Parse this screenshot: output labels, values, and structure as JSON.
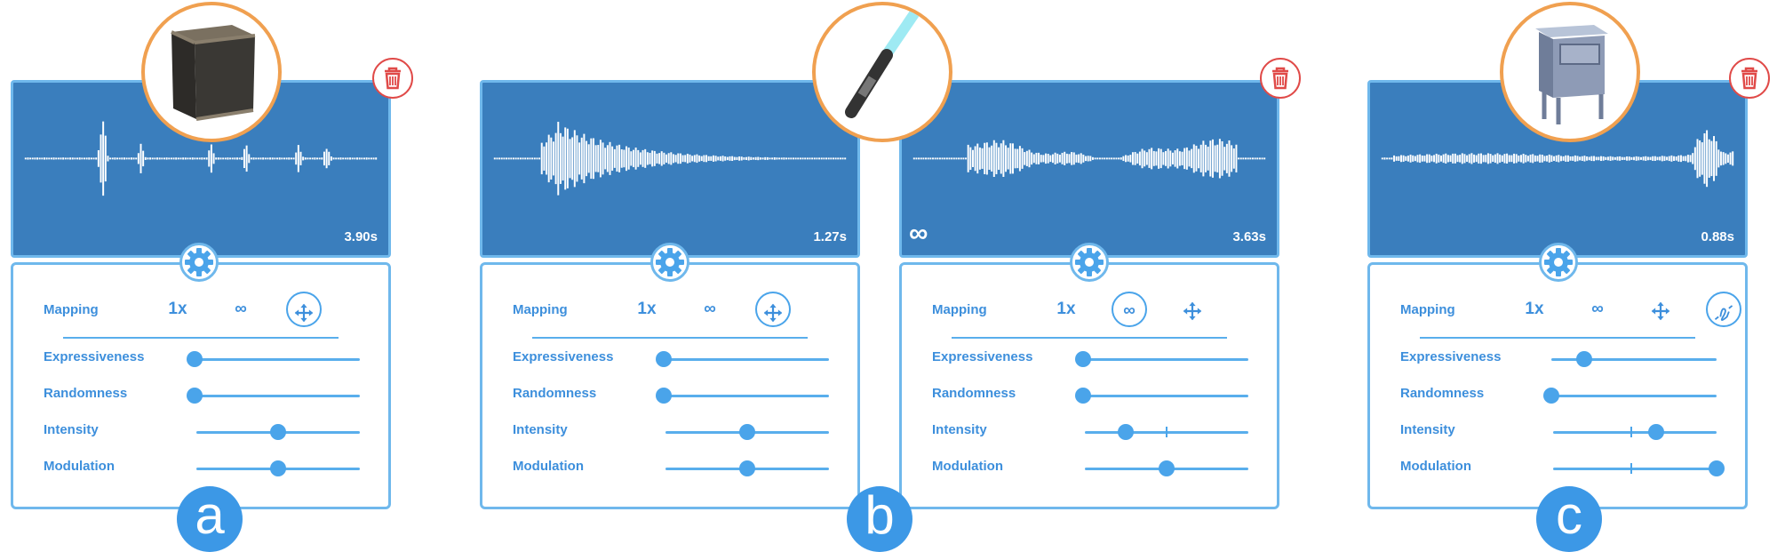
{
  "panels": [
    {
      "id": "a",
      "duration": "3.90s",
      "mode_icon": "move-icon",
      "selected_mapping": "move",
      "sliders": {
        "expressiveness": 0.0,
        "randomness": 0.0,
        "intensity": 0.5,
        "modulation": 0.5
      },
      "marks": {
        "intensity": null,
        "modulation": null
      }
    },
    {
      "id": "b1",
      "duration": "1.27s",
      "mode_icon": "move-icon",
      "selected_mapping": "move",
      "sliders": {
        "expressiveness": 0.0,
        "randomness": 0.0,
        "intensity": 0.5,
        "modulation": 0.5
      },
      "marks": {
        "intensity": null,
        "modulation": null
      }
    },
    {
      "id": "b2",
      "duration": "3.63s",
      "mode_icon": "loop-icon",
      "selected_mapping": "loop",
      "sliders": {
        "expressiveness": 0.0,
        "randomness": 0.0,
        "intensity": 0.25,
        "modulation": 0.5
      },
      "marks": {
        "intensity": 0.5,
        "modulation": null
      }
    },
    {
      "id": "c",
      "duration": "0.88s",
      "mode_icon": "curve-icon",
      "selected_mapping": "curve",
      "sliders": {
        "expressiveness": 0.2,
        "randomness": 0.0,
        "intensity": 0.63,
        "modulation": 1.0
      },
      "marks": {
        "intensity": 0.48,
        "modulation": 0.48
      }
    }
  ],
  "labels": {
    "mapping": "Mapping",
    "once": "1x",
    "loop": "∞",
    "expressiveness": "Expressiveness",
    "randomness": "Randomness",
    "intensity": "Intensity",
    "modulation": "Modulation"
  },
  "badges": [
    "a",
    "b",
    "c"
  ],
  "colors": {
    "waveform_bg": "#3a7ebd",
    "accent": "#4aa4ea",
    "delete": "#e04a48",
    "object_ring": "#f0a050"
  }
}
